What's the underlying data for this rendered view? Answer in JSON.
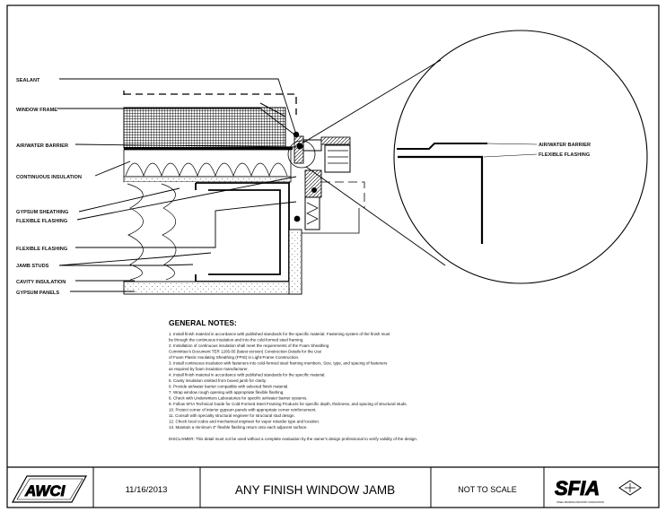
{
  "labels": {
    "sealant": "SEALANT",
    "window_frame": "WINDOW FRAME",
    "air_water_barrier": "AIR/WATER BARRIER",
    "continuous_insulation": "CONTINUOUS INSULATION",
    "gypsum_sheathing": "GYPSUM SHEATHING",
    "flexible_flashing_1": "FLEXIBLE FLASHING",
    "flexible_flashing_2": "FLEXIBLE FLASHING",
    "jamb_studs": "JAMB STUDS",
    "cavity_insulation": "CAVITY INSULATION",
    "gypsum_panels": "GYPSUM PANELS"
  },
  "detail": {
    "air_water_barrier": "AIR/WATER BARRIER",
    "flexible_flashing": "FLEXIBLE FLASHING"
  },
  "notes": {
    "title": "GENERAL NOTES:",
    "lines": [
      "1. Install finish material in accordance with published standards for the specific material. Fastening system of the finish must",
      "   be through the continuous insulation and into the cold-formed steel framing.",
      "2. Installation of continuous insulation shall meet the requirements of the Foam Sheathing",
      "   Committee's Document TER 1205-05 (latest version) Construction Details for the Use",
      "   of Foam Plastic Insulating Sheathing (FPIS) in Light-Frame Construction.",
      "3. Install continuous insulation with fasteners into cold-formed steel framing members. Size, type, and spacing of fasteners",
      "   as required by foam insulation manufacturer.",
      "4. Install finish material in accordance with published standards for the specific material.",
      "5. Cavity insulation omitted from boxed jamb for clarity.",
      "6. Provide air/water barrier compatible with selected finish material.",
      "7. Wrap window rough opening with appropriate flexible flashing.",
      "8. Check with Underwriters Laboratories for specific air/water barrier systems.",
      "9. Follow SFIA Technical Guide for Cold-Formed Steel Framing Products for specific depth, thickness, and spacing of structural studs.",
      "10. Protect corner of interior gypsum panels with appropriate corner reinforcement.",
      "11. Consult with specialty structural engineer for structural stud design.",
      "12. Check local codes and mechanical engineer for vapor retarder type and location.",
      "13. Maintain a minimum 3\" flexible flashing return onto each adjacent surface."
    ],
    "disclaimer": "DISCLAIMER: This detail must not be used without a complete evaluation by the owner's design professional to verify validity of the design."
  },
  "title_block": {
    "left_logo": "AWCI",
    "date": "11/16/2013",
    "title": "ANY FINISH WINDOW JAMB",
    "scale": "NOT TO SCALE",
    "right_logo": "SFIA",
    "right_logo_sub": "STEEL FRAMING INDUSTRY ASSOCIATION"
  }
}
